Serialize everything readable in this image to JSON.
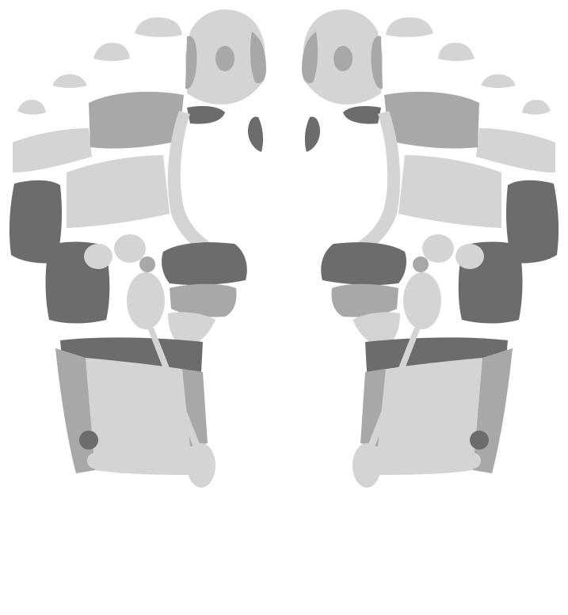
{
  "diagram": {
    "subject": "foot-reflexology-map",
    "feet": [
      "left-sole",
      "right-sole"
    ],
    "colors": {
      "outline": "#1a1a1a",
      "background": "#ffffff",
      "light": "#d4d4d4",
      "medium": "#a8a8a8",
      "dark": "#6c6c6c"
    }
  }
}
